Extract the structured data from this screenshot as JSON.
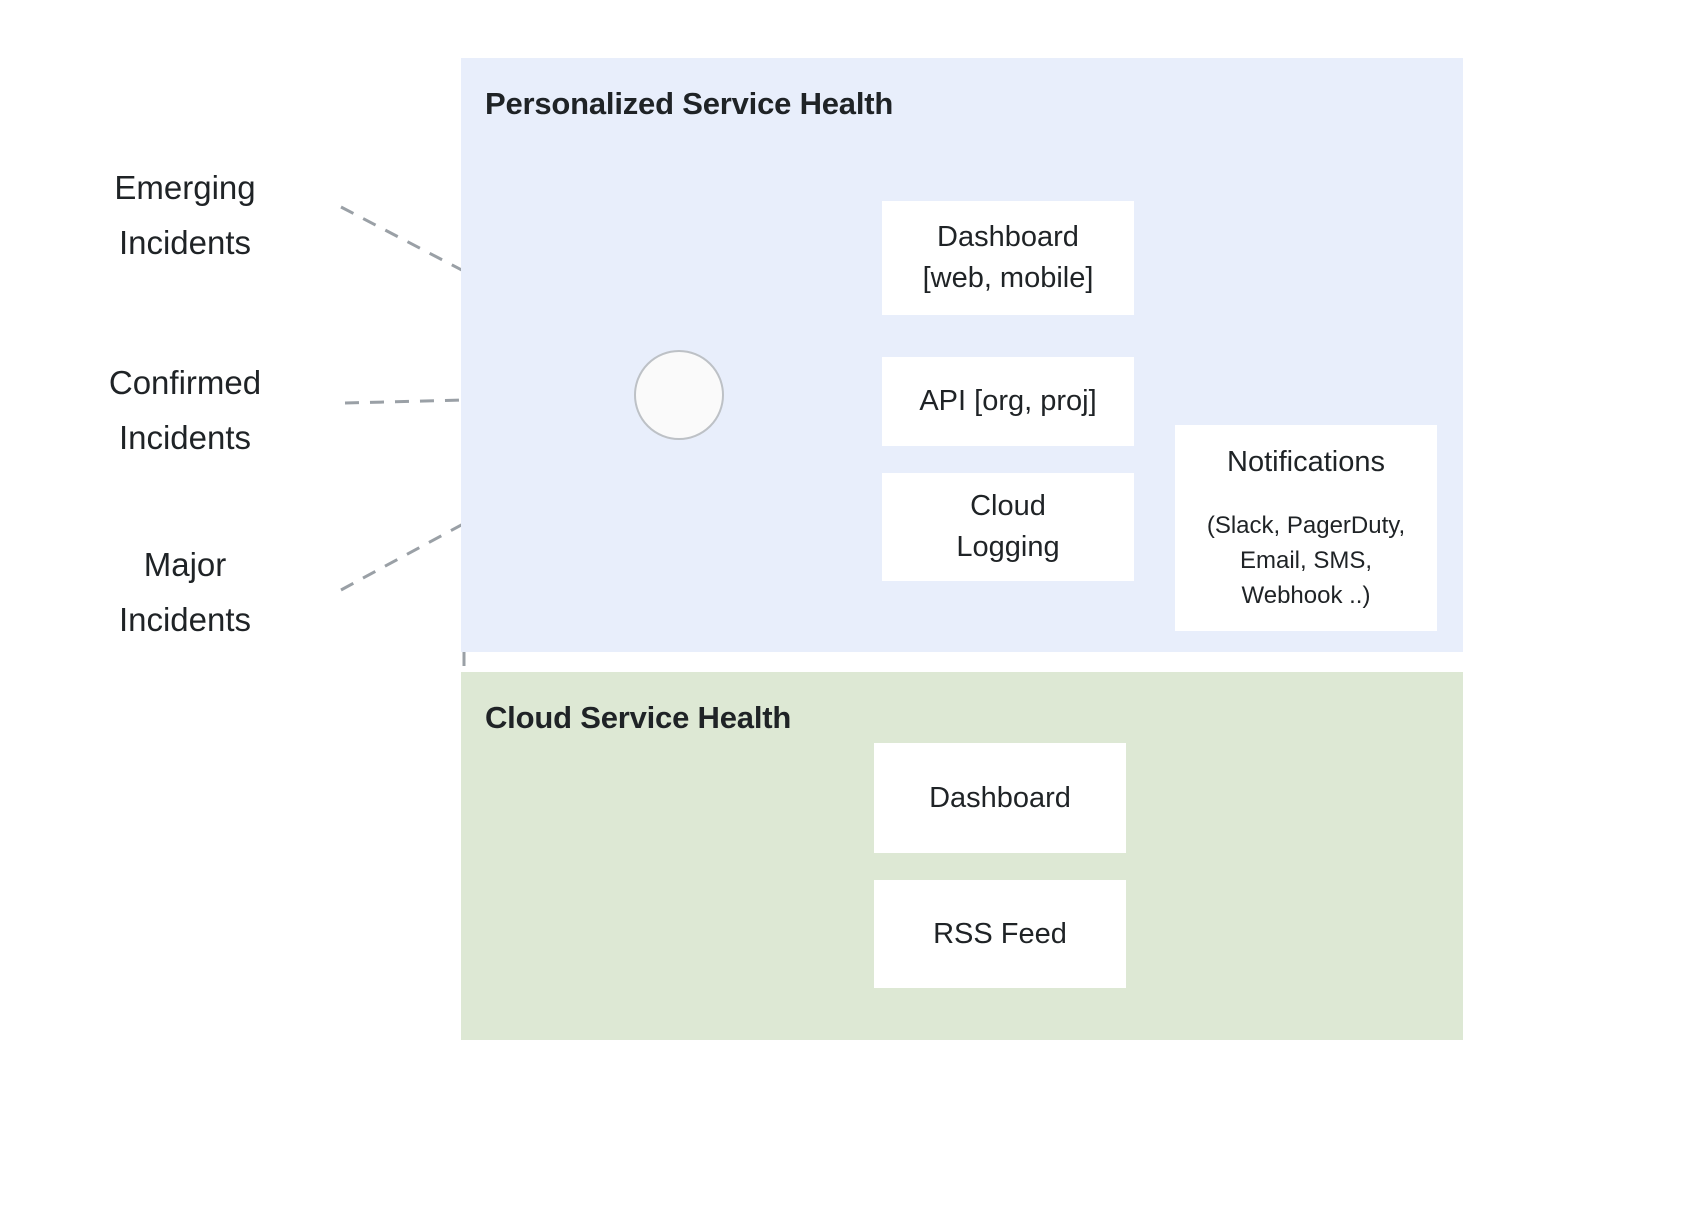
{
  "diagram": {
    "title_hidden": "",
    "sources": [
      {
        "id": "emerging",
        "label": "Emerging\nIncidents"
      },
      {
        "id": "confirmed",
        "label": "Confirmed\nIncidents"
      },
      {
        "id": "major",
        "label": "Major\nIncidents"
      }
    ],
    "panels": [
      {
        "id": "personalized-service-health",
        "title": "Personalized Service Health",
        "background": "#E8EEFB",
        "nodes": [
          {
            "id": "dashboard-web-mobile",
            "label": "Dashboard\n[web, mobile]"
          },
          {
            "id": "api-org-proj",
            "label": "API [org, proj]"
          },
          {
            "id": "cloud-logging",
            "label": "Cloud\nLogging"
          },
          {
            "id": "notifications",
            "label": "Notifications",
            "sublabel": "(Slack, PagerDuty,\nEmail, SMS,\nWebhook ..)"
          }
        ]
      },
      {
        "id": "cloud-service-health",
        "title": "Cloud Service Health",
        "background": "#DDE8D4",
        "nodes": [
          {
            "id": "dashboard",
            "label": "Dashboard"
          },
          {
            "id": "rss-feed",
            "label": "RSS Feed"
          }
        ]
      }
    ],
    "colors": {
      "panel_personalized": "#E8EEFB",
      "panel_cloud": "#DDE8D4",
      "node_fill": "#FFFFFF",
      "text": "#1F2326",
      "solid_connector": "#5F6368",
      "dashed_connector": "#9AA0A6",
      "light_connector": "#BDC1C6",
      "hub_fill": "#FAFAFA",
      "hub_stroke": "#BDC1C6"
    },
    "edges": [
      {
        "from": "emerging",
        "to": "hub",
        "style": "dashed",
        "arrow": true
      },
      {
        "from": "confirmed",
        "to": "hub",
        "style": "dashed",
        "arrow": true
      },
      {
        "from": "major",
        "to": "hub",
        "style": "dashed",
        "arrow": true
      },
      {
        "from": "major",
        "to": "cloud-service-health",
        "style": "dashed",
        "arrow": true
      },
      {
        "from": "hub",
        "to": "dashboard-web-mobile",
        "style": "solid",
        "arrow": true
      },
      {
        "from": "hub",
        "to": "api-org-proj",
        "style": "solid",
        "arrow": true
      },
      {
        "from": "hub",
        "to": "cloud-logging",
        "style": "solid",
        "arrow": true
      },
      {
        "from": "cloud-logging",
        "to": "notifications",
        "style": "solid-light",
        "arrow": true
      },
      {
        "from": "cloud-service-health-inlet",
        "to": "dashboard",
        "style": "bracket",
        "arrow": false
      },
      {
        "from": "cloud-service-health-inlet",
        "to": "rss-feed",
        "style": "bracket",
        "arrow": false
      }
    ]
  }
}
